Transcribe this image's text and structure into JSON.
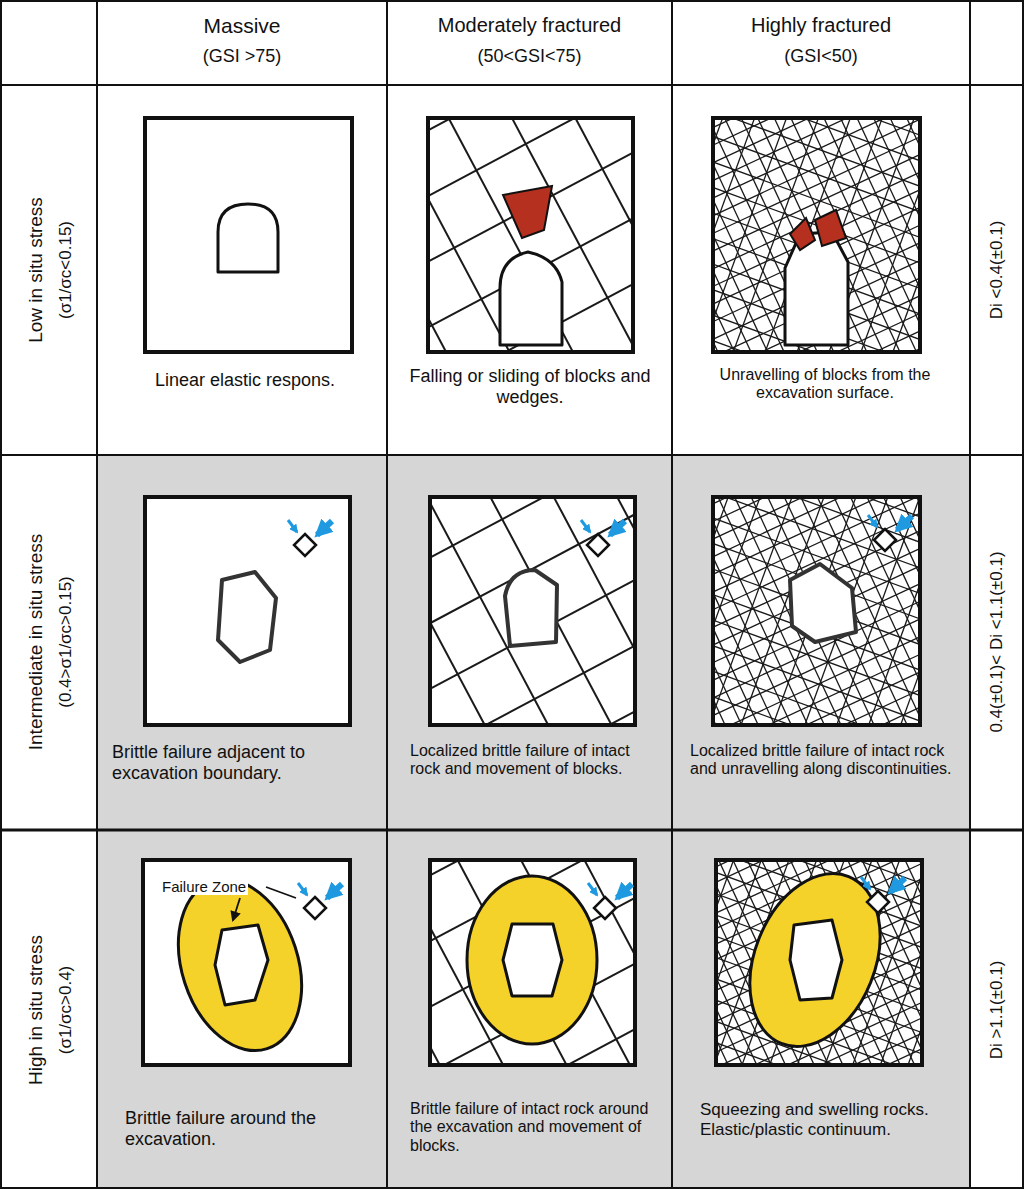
{
  "diagram": {
    "labels": [
      "Massive",
      "(GSI >75)",
      "Moderately fractured",
      "(50<GSI<75)",
      "Highly fractured",
      "(GSI<50)",
      "Low in situ stress",
      "(σ1/σc<0.15)",
      "Intermediate in situ stress",
      "(0.4>σ1/σc>0.15)",
      "High in situ stress",
      "(σ1/σc>0.4)",
      "Linear elastic respons.",
      "Falling or sliding of blocks and wedges.",
      "Unravelling of blocks from the excavation surface.",
      "Brittle failure adjacent to excavation boundary.",
      "Localized brittle failure of intact rock and movement of blocks.",
      "Localized brittle failure of intact rock and unravelling along discontinuities.",
      "Failure Zone",
      "Brittle failure around the excavation.",
      "Brittle failure of intact rock around the excavation and movement of blocks.",
      "Squeezing and swelling rocks. Elastic/plastic continuum.",
      "Di <0.4(±0.1)",
      "0.4(±0.1)< Di <1.1(±0.1)",
      "Di >1.1(±0.1)"
    ]
  }
}
